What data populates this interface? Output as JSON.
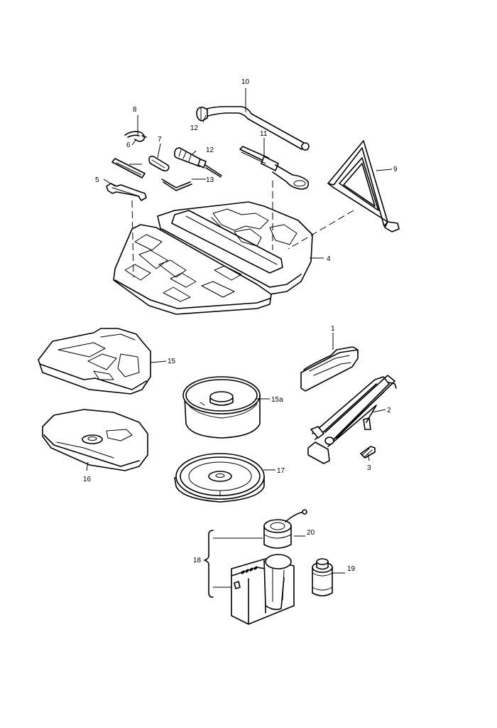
{
  "labels": {
    "p1": "1",
    "p2": "2",
    "p3": "3",
    "p4": "4",
    "p5": "5",
    "p6": "6",
    "p7": "7",
    "p8": "8",
    "p9": "9",
    "p10": "10",
    "p11": "11",
    "p12": "12",
    "p13": "13",
    "p15": "15",
    "p15a": "15a",
    "p16": "16",
    "p17": "17",
    "p18": "18",
    "p19": "19",
    "p20": "20"
  }
}
